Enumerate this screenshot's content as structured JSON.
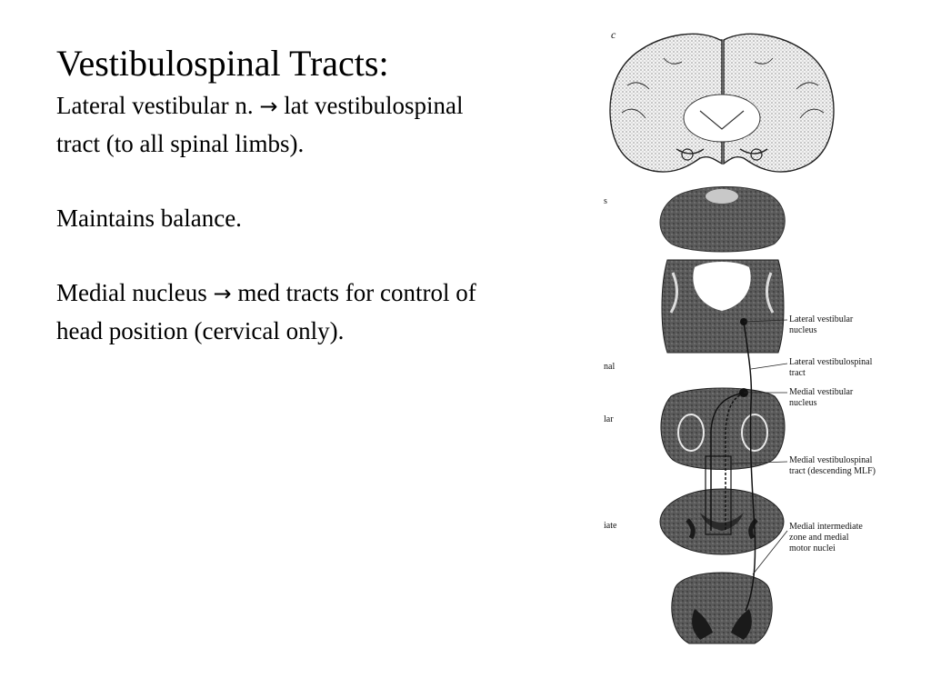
{
  "slide": {
    "title": "Vestibulospinal Tracts:",
    "p1_pre": "Lateral vestibular n.",
    "p1_arrow": "→",
    "p1_post": "lat vestibulospinal tract (to all spinal limbs).",
    "p2": "Maintains balance.",
    "p3_pre": "Medial nucleus",
    "p3_arrow": "→",
    "p3_post": "med tracts for control of head position (cervical only)."
  },
  "figure": {
    "panel_letter": "c",
    "edge_fragments": [
      "s",
      "nal",
      "lar",
      "iate"
    ],
    "labels": {
      "lat_vest_nucleus": [
        "Lateral vestibular",
        "nucleus"
      ],
      "lat_vsp_tract": [
        "Lateral vestibulospinal",
        "tract"
      ],
      "med_vest_nucleus": [
        "Medial vestibular",
        "nucleus"
      ],
      "med_vsp_tract": [
        "Medial vestibulospinal",
        "tract (descending MLF)"
      ],
      "med_intermediate": [
        "Medial intermediate",
        "zone and medial",
        "motor nuclei"
      ]
    }
  }
}
